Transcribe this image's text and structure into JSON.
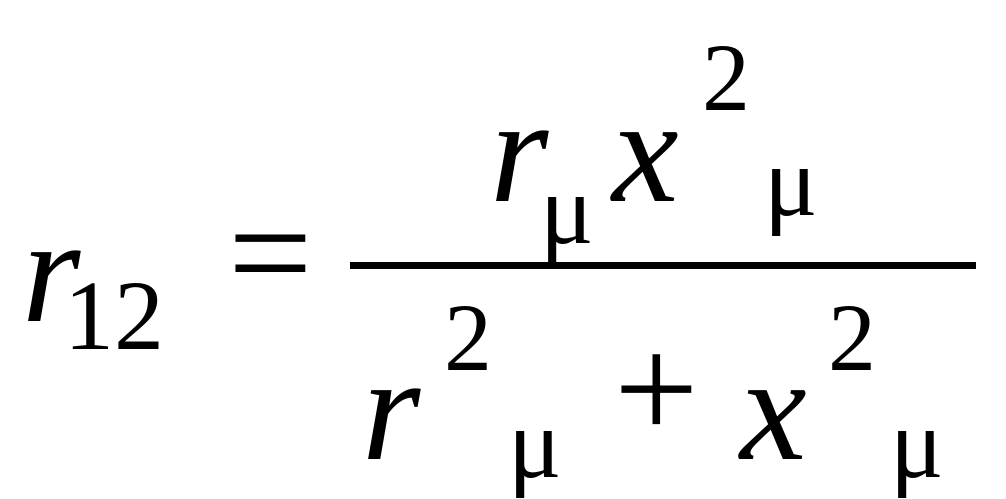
{
  "formula": {
    "lhs": {
      "variable": "r",
      "subscript": "12"
    },
    "equals": "=",
    "numerator": {
      "term1_var": "r",
      "term1_sub": "μ",
      "term2_var": "x",
      "term2_sup": "2",
      "term2_sub": "μ"
    },
    "denominator": {
      "term1_var": "r",
      "term1_sup": "2",
      "term1_sub": "μ",
      "plus": "+",
      "term2_var": "x",
      "term2_sup": "2",
      "term2_sub": "μ"
    }
  }
}
